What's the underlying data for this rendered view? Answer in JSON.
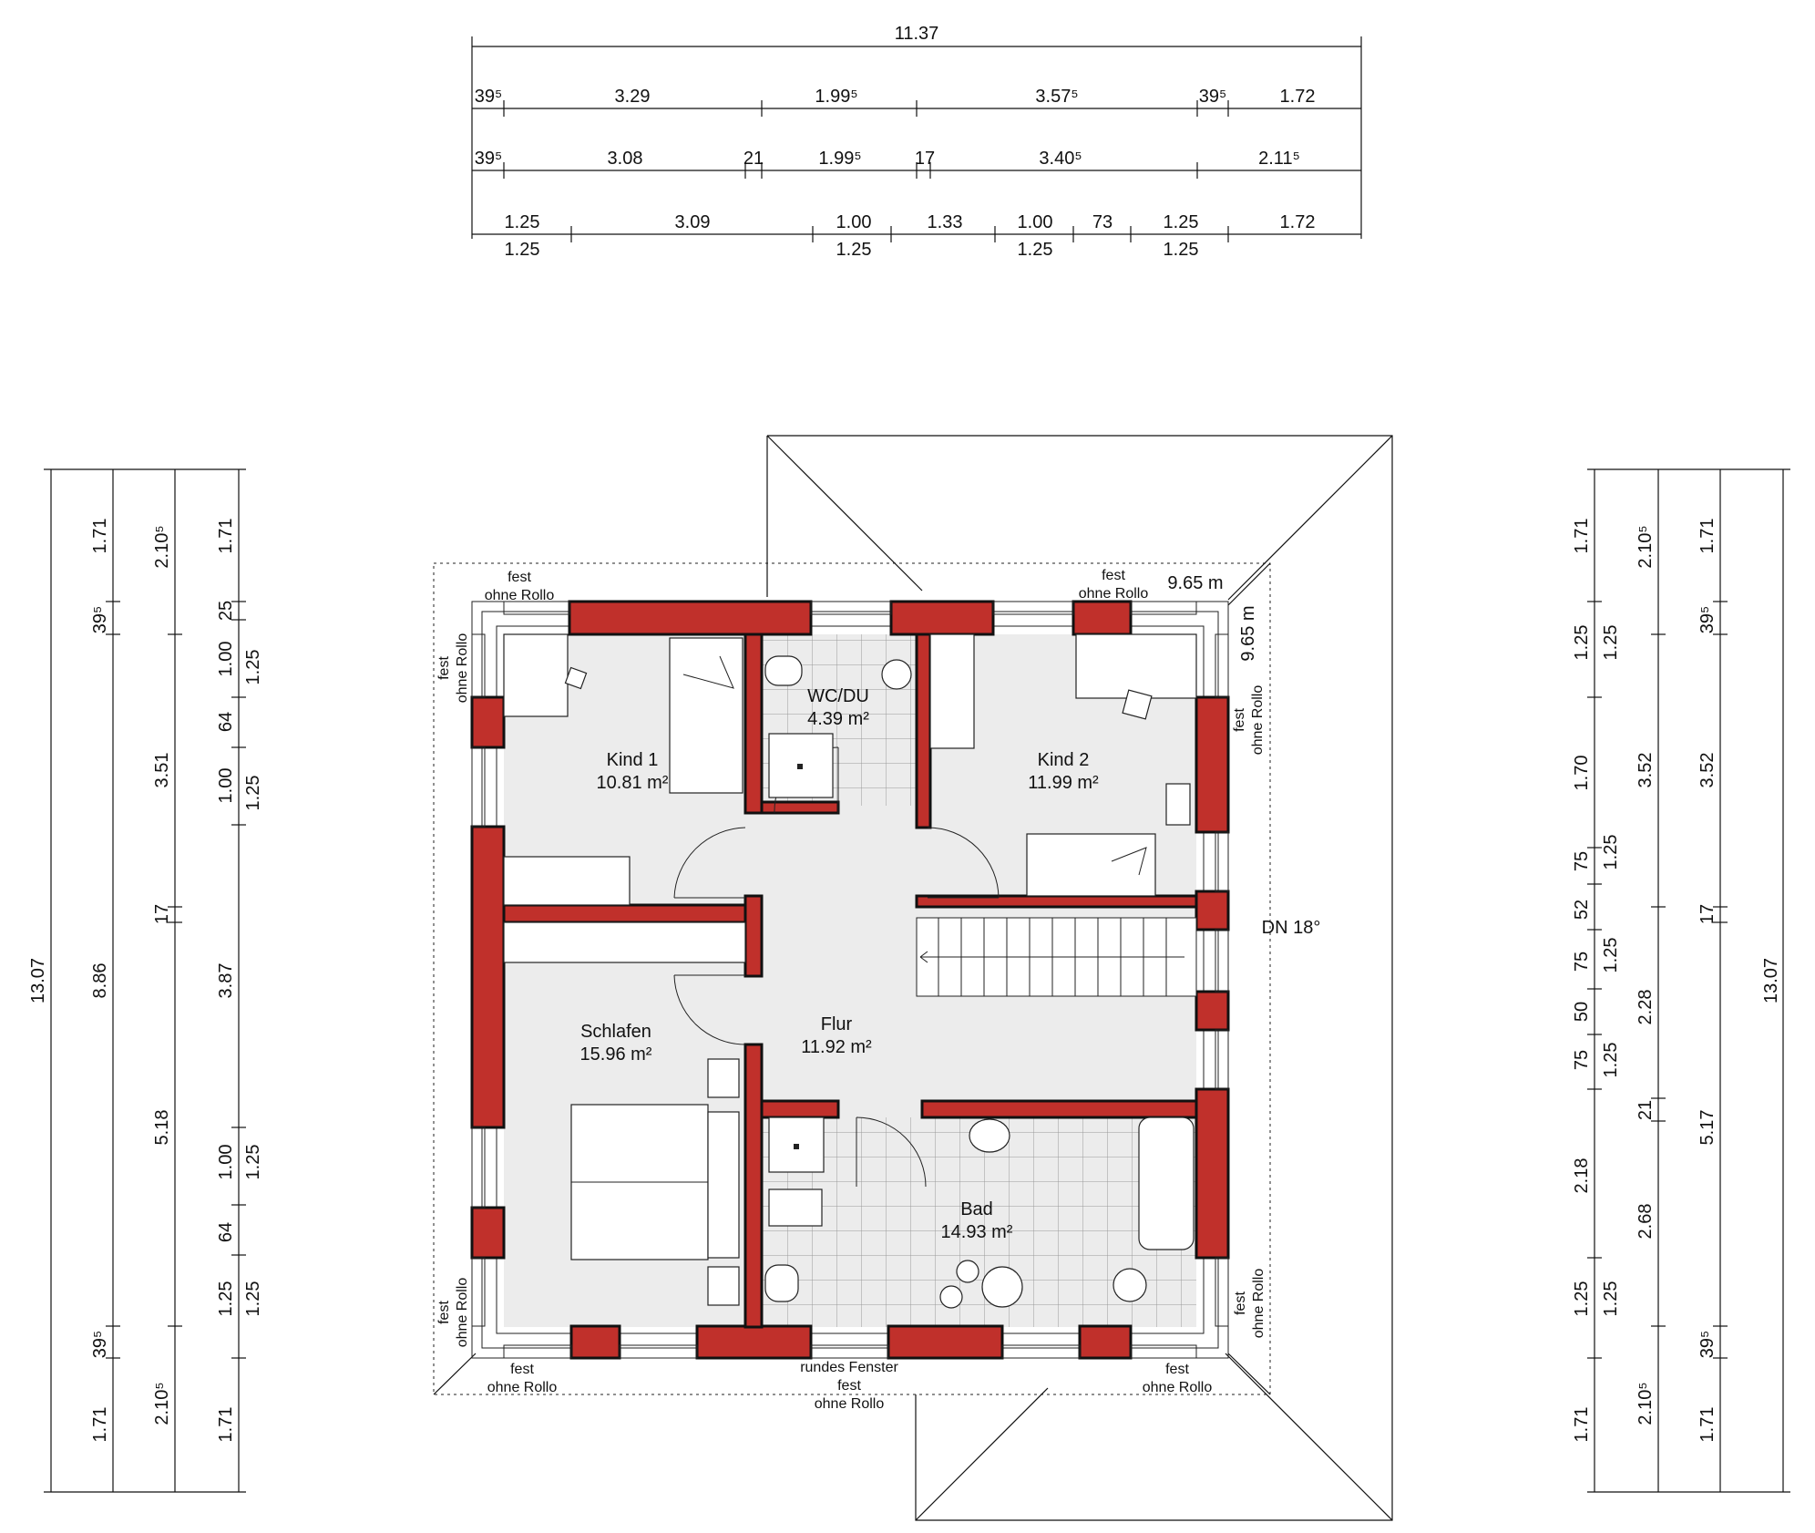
{
  "dimensions": {
    "top": {
      "total": "11.37",
      "row1": [
        "39⁵",
        "3.29",
        "1.99⁵",
        "3.57⁵",
        "39⁵",
        "1.72"
      ],
      "row2": [
        "39⁵",
        "3.08",
        "21",
        "1.99⁵",
        "17",
        "3.40⁵",
        "2.11⁵"
      ],
      "row3_upper": [
        "1.25",
        "3.09",
        "1.00",
        "1.33",
        "1.00",
        "73",
        "1.25",
        "1.72"
      ],
      "row3_lower": [
        "1.25",
        "1.25",
        "1.25",
        "1.25"
      ]
    },
    "left": {
      "total": "13.07",
      "col1": [
        "1.71",
        "39⁵",
        "8.86",
        "39⁵",
        "1.71"
      ],
      "col2": [
        "2.10⁵",
        "3.51",
        "17",
        "5.18",
        "2.10⁵"
      ],
      "col3": [
        "1.71",
        "25",
        "1.00",
        "64",
        "1.00",
        "3.87",
        "1.00",
        "64",
        "1.25",
        "1.71"
      ],
      "col4": [
        "1.25",
        "1.25",
        "1.25",
        "1.25"
      ]
    },
    "right": {
      "total": "13.07",
      "col1": [
        "1.71",
        "1.25",
        "1.70",
        "75",
        "52",
        "75",
        "50",
        "75",
        "2.18",
        "1.25",
        "1.71"
      ],
      "col2": [
        "1.25",
        "1.25",
        "1.25",
        "1.25",
        "1.25"
      ],
      "col3": [
        "2.10⁵",
        "3.52",
        "2.28",
        "21",
        "2.68",
        "2.10⁵"
      ],
      "col4": [
        "1.71",
        "39⁵",
        "3.52",
        "17",
        "5.17",
        "39⁵",
        "1.71"
      ]
    }
  },
  "rooms": {
    "kind1": {
      "name": "Kind 1",
      "area": "10.81 m²"
    },
    "wcdu": {
      "name": "WC/DU",
      "area": "4.39 m²"
    },
    "kind2": {
      "name": "Kind 2",
      "area": "11.99 m²"
    },
    "schlafen": {
      "name": "Schlafen",
      "area": "15.96 m²"
    },
    "flur": {
      "name": "Flur",
      "area": "11.92 m²"
    },
    "bad": {
      "name": "Bad",
      "area": "14.93 m²"
    }
  },
  "annotations": {
    "fest": "fest",
    "ohne_rollo": "ohne Rollo",
    "rundes_fenster": "rundes Fenster",
    "roof_pitch": "DN 18°",
    "width_top": "9.65 m",
    "width_side": "9.65 m"
  },
  "colors": {
    "wall": "#c0302b",
    "floor": "#ececec",
    "line": "#111111"
  }
}
